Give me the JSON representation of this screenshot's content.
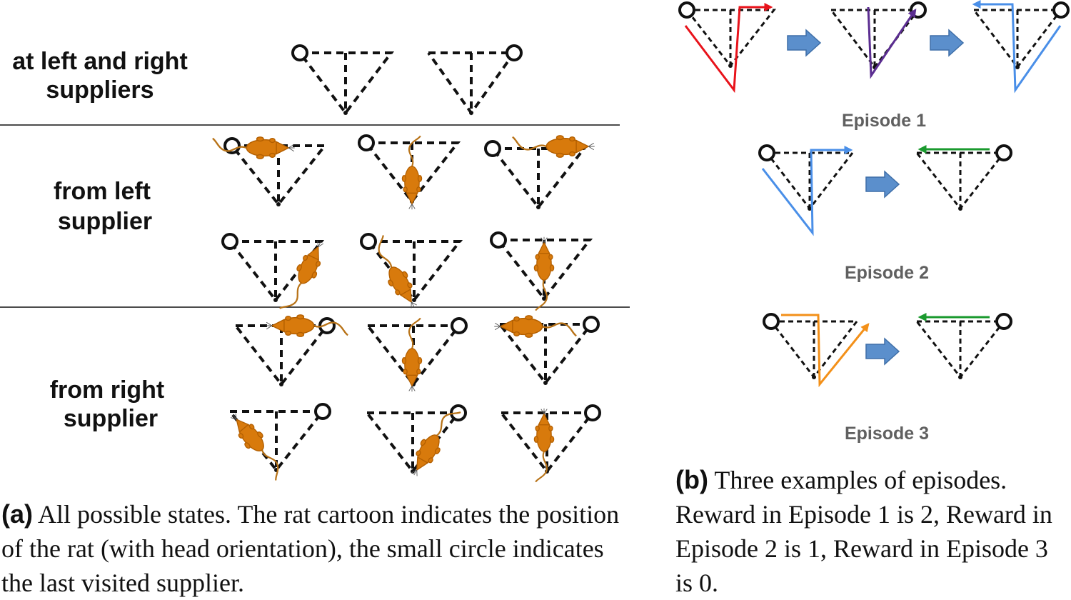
{
  "panel_a": {
    "row_labels": [
      {
        "line1": "at left and right",
        "line2": "suppliers"
      },
      {
        "line1": "from left",
        "line2": "supplier"
      },
      {
        "line1": "from right",
        "line2": "supplier"
      }
    ],
    "caption_tag": "(a)",
    "caption_text": "All possible states. The rat cartoon indicates the position of the rat (with head orientation), the small circle indicates the last visited supplier."
  },
  "panel_b": {
    "episode_labels": [
      "Episode 1",
      "Episode 2",
      "Episode 3"
    ],
    "caption_tag": "(b)",
    "caption_text": "Three examples of episodes. Reward in Episode 1 is 2, Reward in Episode 2 is 1, Reward in Episode 3 is 0."
  },
  "colors": {
    "rat": "#d87a0c",
    "path_red": "#e8131b",
    "path_purple": "#5b2d91",
    "path_blue": "#4a8fe8",
    "path_green": "#1a9a2e",
    "path_orange": "#f39019",
    "step_arrow": "#5b8fcc",
    "episode_label": "#606060"
  },
  "icons": [
    "rat-icon",
    "supplier-circle-icon",
    "step-arrow-icon"
  ]
}
